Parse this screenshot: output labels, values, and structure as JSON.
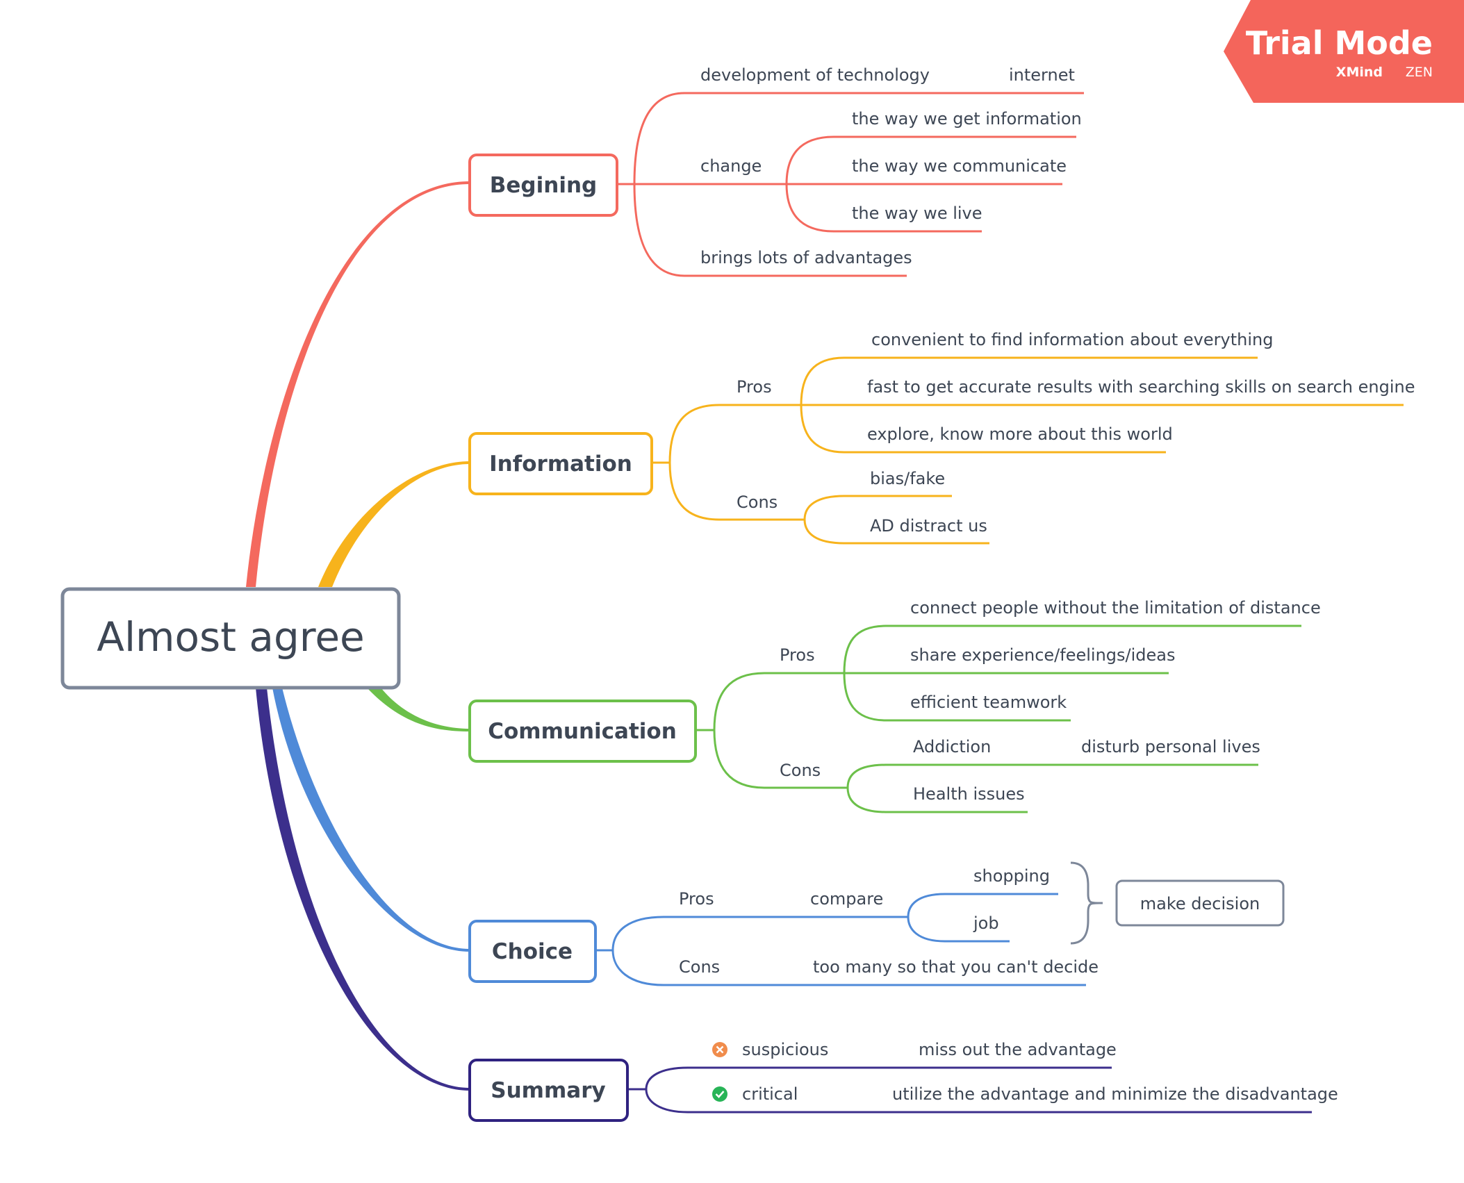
{
  "root": {
    "label": "Almost agree",
    "border_color": "#7d8799"
  },
  "watermark": {
    "title": "Trial Mode",
    "brand": "XMind",
    "brand_suffix": "ZEN",
    "color": "#f4655b"
  },
  "colors": {
    "begining": "#f4695e",
    "information": "#f7b31c",
    "communication": "#6cc04a",
    "choice": "#4f8ad8",
    "summary": "#3c2f8c",
    "summary_node_border": "#2f2280"
  },
  "begining": {
    "label": "Begining",
    "development": "development of technology",
    "internet": "internet",
    "change": "change",
    "change_items": [
      "the way we get information",
      "the way we communicate",
      "the way we live"
    ],
    "advantages": "brings lots of advantages"
  },
  "information": {
    "label": "Information",
    "pros_label": "Pros",
    "pros": [
      "convenient to find information about everything",
      "fast to get accurate results with searching skills on search engine",
      "explore, know more about this world"
    ],
    "cons_label": "Cons",
    "cons": [
      "bias/fake",
      "AD distract us"
    ]
  },
  "communication": {
    "label": "Communication",
    "pros_label": "Pros",
    "pros": [
      "connect people without the limitation of distance",
      "share experience/feelings/ideas",
      "efficient teamwork"
    ],
    "cons_label": "Cons",
    "addiction": "Addiction",
    "disturb": "disturb personal lives",
    "health": "Health issues"
  },
  "choice": {
    "label": "Choice",
    "pros_label": "Pros",
    "compare": "compare",
    "compare_items": [
      "shopping",
      "job"
    ],
    "summary_node": "make decision",
    "cons_label": "Cons",
    "cons_detail": "too many so that you can't decide"
  },
  "summary": {
    "label": "Summary",
    "suspicious": "suspicious",
    "suspicious_icon": "cross-circle-icon",
    "suspicious_detail": "miss out the advantage",
    "critical": "critical",
    "critical_icon": "check-circle-icon",
    "critical_detail": "utilize the advantage and minimize the disadvantage"
  }
}
